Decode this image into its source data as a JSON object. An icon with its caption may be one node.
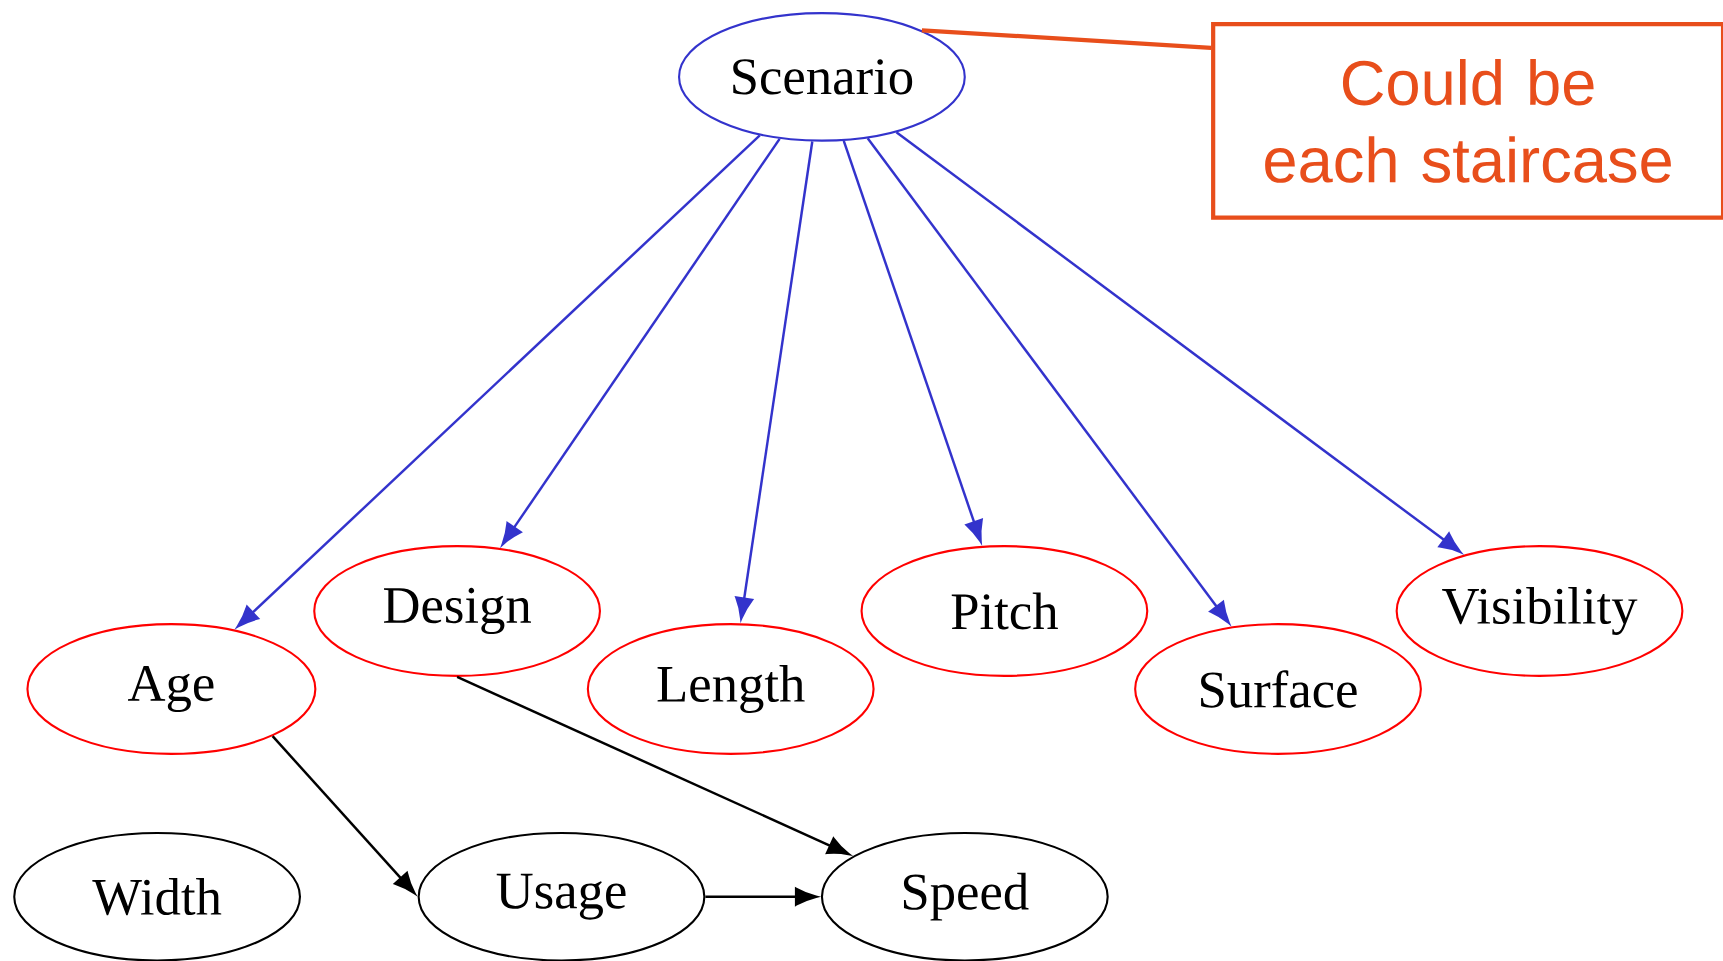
{
  "diagram": {
    "nodes": [
      {
        "text": [
          "Scenario"
        ]
      },
      {
        "text": [
          "Could be each staircase"
        ]
      },
      {
        "text": [
          "Age"
        ]
      },
      {
        "text": [
          "Design"
        ]
      },
      {
        "text": [
          "Length"
        ]
      },
      {
        "text": [
          "Pitch"
        ]
      },
      {
        "text": [
          "Surface"
        ]
      },
      {
        "text": [
          "Visibility"
        ]
      },
      {
        "text": [
          "Width"
        ]
      },
      {
        "text": [
          "Usage"
        ]
      },
      {
        "text": [
          "Speed"
        ]
      }
    ],
    "edges": [
      {
        "from": 1,
        "to": 0,
        "arrow": "none",
        "color": "#e84e1b"
      },
      {
        "from": 0,
        "to": 2,
        "arrow": "to"
      },
      {
        "from": 0,
        "to": 3,
        "arrow": "to"
      },
      {
        "from": 0,
        "to": 4,
        "arrow": "to"
      },
      {
        "from": 0,
        "to": 5,
        "arrow": "to"
      },
      {
        "from": 0,
        "to": 6,
        "arrow": "to"
      },
      {
        "from": 0,
        "to": 7,
        "arrow": "to"
      },
      {
        "from": 2,
        "to": 9,
        "arrow": "to",
        "color": "#000000"
      },
      {
        "from": 3,
        "to": 10,
        "arrow": "to",
        "color": "#000000"
      },
      {
        "from": 9,
        "to": 10,
        "arrow": "to",
        "color": "#000000"
      }
    ]
  }
}
